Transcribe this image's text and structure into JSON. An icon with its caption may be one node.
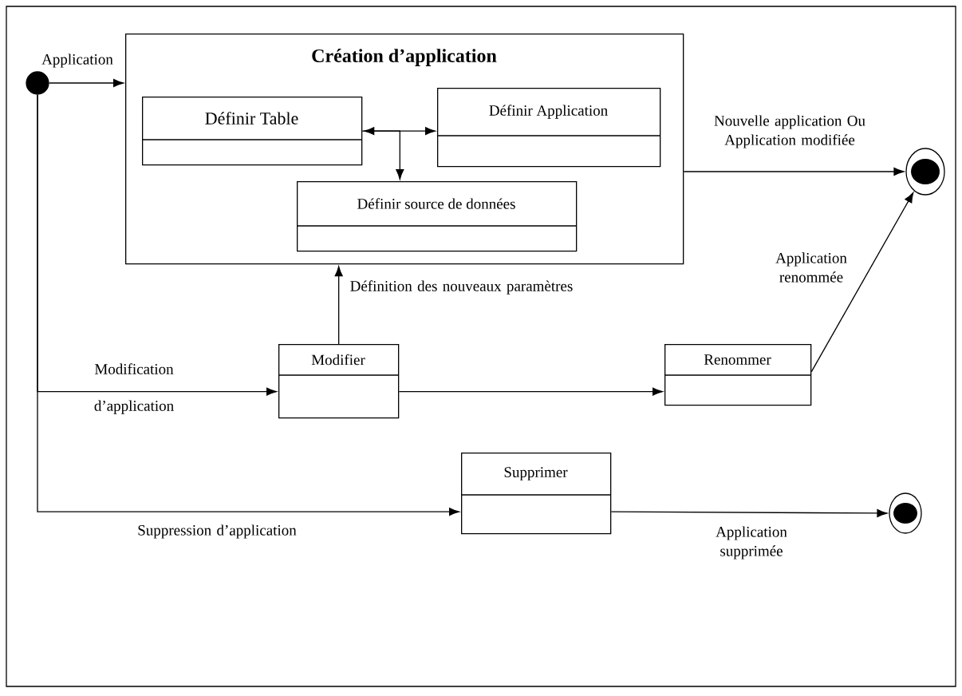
{
  "diagram": {
    "nodes": [
      {
        "text": [],
        "shape": "circle"
      },
      {
        "text": [
          "Création d’application"
        ]
      },
      {
        "text": [
          "Définir Table"
        ],
        "in": 1
      },
      {
        "text": [
          "Définir Application"
        ],
        "in": 1
      },
      {
        "text": [
          "Définir source de données"
        ],
        "in": 1
      },
      {
        "text": [
          "Modifier"
        ]
      },
      {
        "text": [
          "Renommer"
        ]
      },
      {
        "text": [
          "Supprimer"
        ]
      },
      {
        "text": [],
        "shape": "circle"
      },
      {
        "text": [],
        "shape": "circle"
      }
    ],
    "edges": [
      {
        "from": 0,
        "to": 1,
        "arrow": "to",
        "label": "Application"
      },
      {
        "from": 2,
        "to": 3,
        "arrow": "both"
      },
      {
        "from": 2,
        "to": 4,
        "arrow": "to"
      },
      {
        "from": 1,
        "to": 8,
        "arrow": "to",
        "label": "Nouvelle application Ou Application modifiée"
      },
      {
        "from": 0,
        "to": 5,
        "arrow": "to",
        "label": "Modification d’application"
      },
      {
        "from": 5,
        "to": 1,
        "arrow": "to",
        "label": "Définition des nouveaux paramètres"
      },
      {
        "from": 5,
        "to": 6,
        "arrow": "to"
      },
      {
        "from": 6,
        "to": 8,
        "arrow": "to",
        "label": "Application renommée"
      },
      {
        "from": 0,
        "to": 7,
        "arrow": "to",
        "label": "Suppression d’application"
      },
      {
        "from": 7,
        "to": 9,
        "arrow": "to",
        "label": "Application supprimée"
      }
    ]
  }
}
